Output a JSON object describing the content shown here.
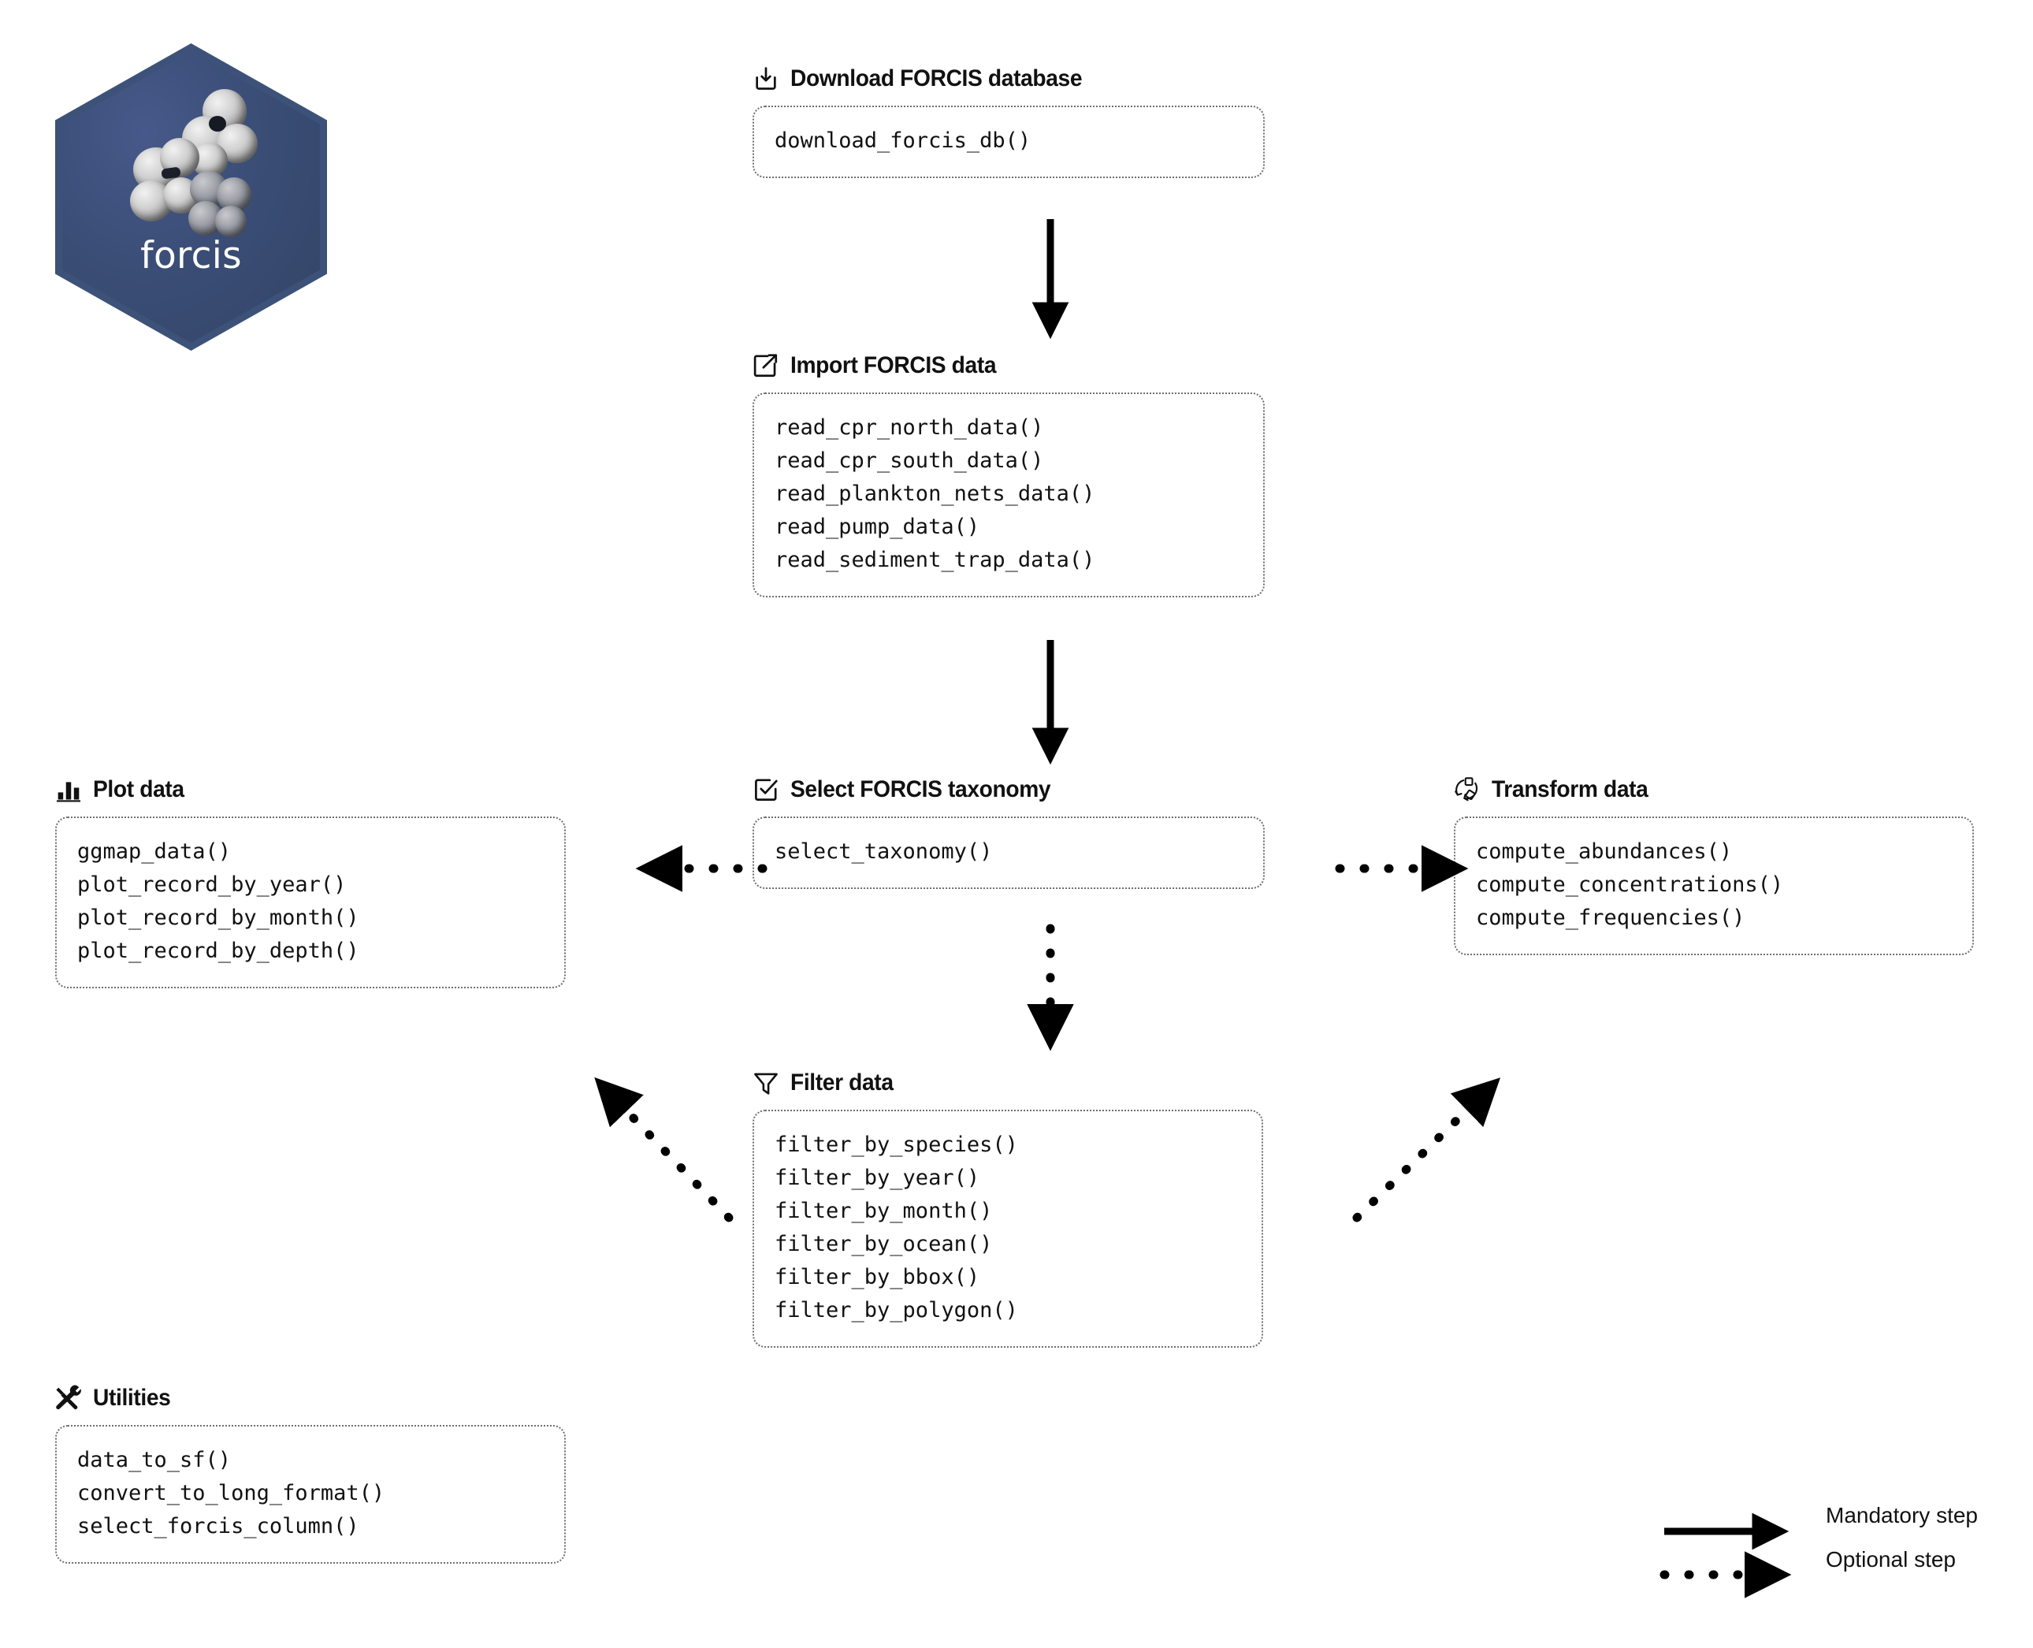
{
  "logo": {
    "name": "forcis",
    "url": "https://frbcesab.github.io/forcis",
    "bg_color": "#3d5279"
  },
  "sections": [
    {
      "id": "download",
      "icon": "download-icon",
      "title": "Download FORCIS database",
      "functions": [
        "download_forcis_db()"
      ]
    },
    {
      "id": "import",
      "icon": "box-arrow-up-right-icon",
      "title": "Import FORCIS data",
      "functions": [
        "read_cpr_north_data()",
        "read_cpr_south_data()",
        "read_plankton_nets_data()",
        "read_pump_data()",
        "read_sediment_trap_data()"
      ]
    },
    {
      "id": "taxonomy",
      "icon": "check-square-icon",
      "title": "Select FORCIS taxonomy",
      "functions": [
        "select_taxonomy()"
      ]
    },
    {
      "id": "plot",
      "icon": "bar-chart-icon",
      "title": "Plot data",
      "functions": [
        "ggmap_data()",
        "plot_record_by_year()",
        "plot_record_by_month()",
        "plot_record_by_depth()"
      ]
    },
    {
      "id": "transform",
      "icon": "transform-shapes-icon",
      "title": "Transform data",
      "functions": [
        "compute_abundances()",
        "compute_concentrations()",
        "compute_frequencies()"
      ]
    },
    {
      "id": "filter",
      "icon": "funnel-icon",
      "title": "Filter data",
      "functions": [
        "filter_by_species()",
        "filter_by_year()",
        "filter_by_month()",
        "filter_by_ocean()",
        "filter_by_bbox()",
        "filter_by_polygon()"
      ]
    },
    {
      "id": "utilities",
      "icon": "tools-icon",
      "title": "Utilities",
      "functions": [
        "data_to_sf()",
        "convert_to_long_format()",
        "select_forcis_column()"
      ]
    }
  ],
  "legend": {
    "mandatory": "Mandatory step",
    "optional": "Optional step",
    "line_color": "#000000"
  }
}
